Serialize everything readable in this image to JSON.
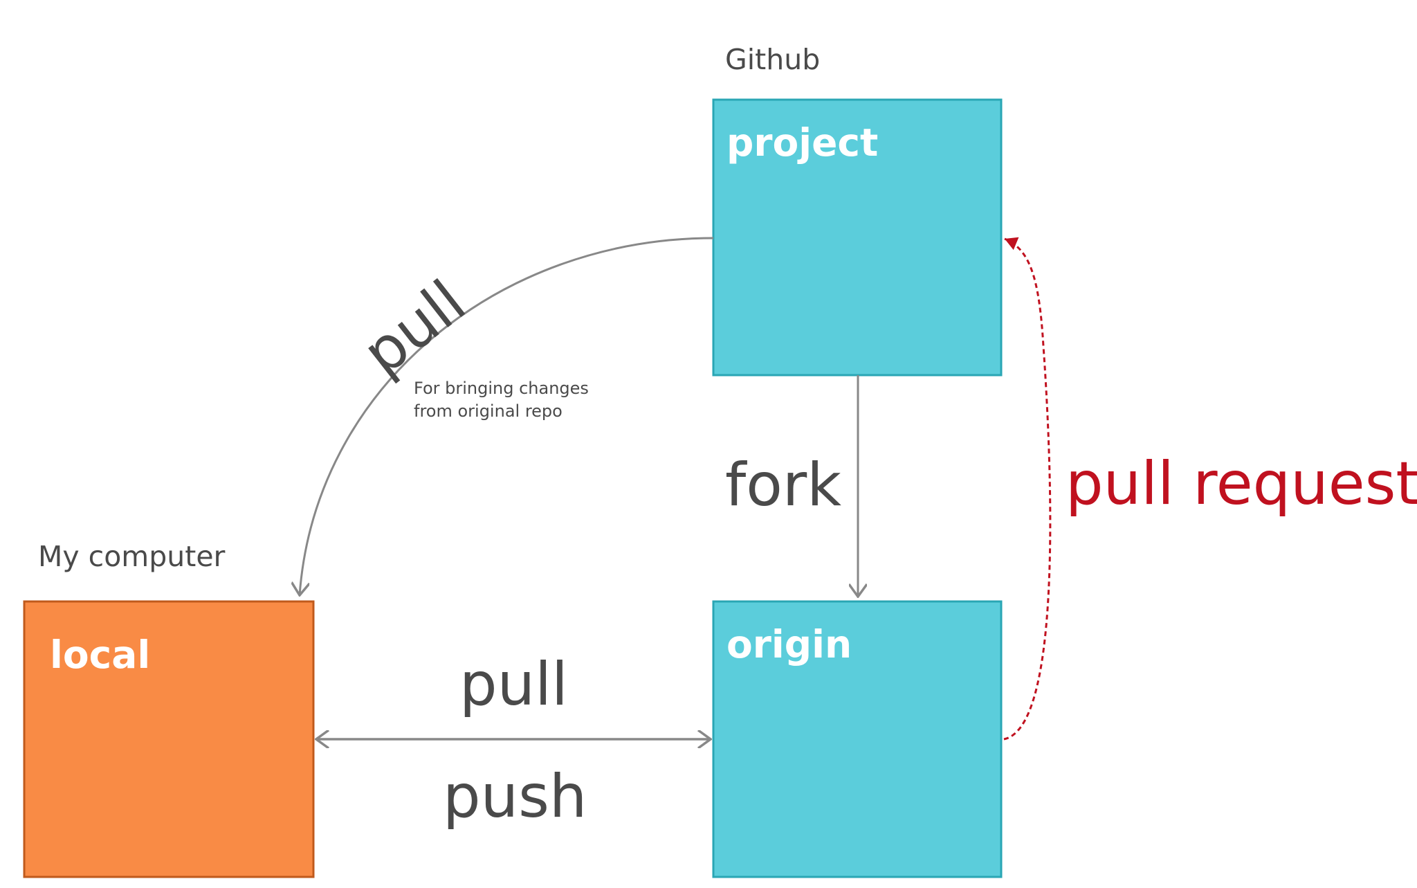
{
  "groups": {
    "github": "Github",
    "my_computer": "My computer"
  },
  "nodes": {
    "project": {
      "label": "project",
      "color": "#5BCDDB"
    },
    "origin": {
      "label": "origin",
      "color": "#5BCDDB"
    },
    "local": {
      "label": "local",
      "color": "#F98B45"
    }
  },
  "edges": {
    "pull_upstream": {
      "label": "pull",
      "note": [
        "For bringing changes",
        "from original repo"
      ]
    },
    "fork": {
      "label": "fork"
    },
    "pull_origin": {
      "label": "pull"
    },
    "push_origin": {
      "label": "push"
    },
    "pull_request": {
      "label": "pull request",
      "color": "#C0111F"
    }
  },
  "colors": {
    "arrow": "#888888",
    "box_border_cyan": "#2AA6B4",
    "box_border_orange": "#C05A1C"
  }
}
